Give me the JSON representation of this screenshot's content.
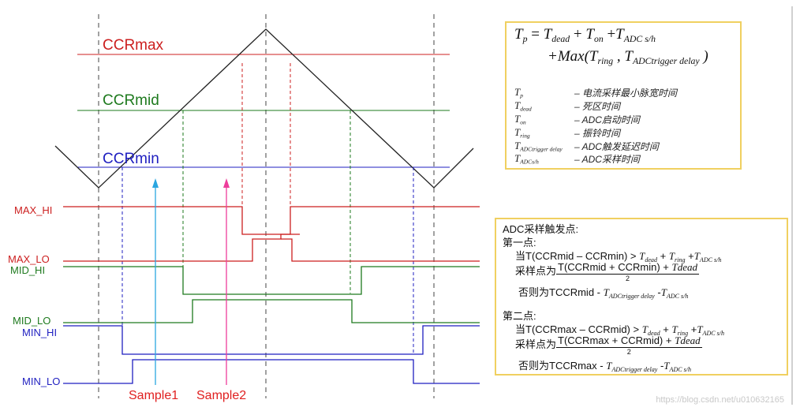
{
  "ccr_labels": {
    "max": "CCRmax",
    "mid": "CCRmid",
    "min": "CCRmin"
  },
  "signal_labels": {
    "max_hi": "MAX_HI",
    "max_lo": "MAX_LO",
    "mid_hi": "MID_HI",
    "mid_lo": "MID_LO",
    "min_hi": "MIN_HI",
    "min_lo": "MIN_LO"
  },
  "samples": {
    "s1": "Sample1",
    "s2": "Sample2"
  },
  "formula_box": {
    "tp": "T",
    "tp_sub": "p",
    "eq": " = ",
    "tdead": "T",
    "tdead_sub": "dead",
    "plus1": " + ",
    "ton": "T",
    "ton_sub": "on",
    "plus2": " +",
    "tadc": "T",
    "tadc_sub": "ADC s/h",
    "line2_prefix": "+Max(",
    "tring": "T",
    "tring_sub": "ring",
    "comma": " ,  ",
    "ttrig": "T",
    "ttrig_sub": "ADCtrigger delay",
    "close": " )",
    "legend": [
      {
        "sym": "T",
        "sub": "p",
        "dash": "–",
        "desc": "电流采样最小脉宽时间"
      },
      {
        "sym": "T",
        "sub": "dead",
        "dash": "–",
        "desc": "死区时间"
      },
      {
        "sym": "T",
        "sub": "on",
        "dash": "–",
        "desc": "ADC启动时间"
      },
      {
        "sym": "T",
        "sub": "ring",
        "dash": "–",
        "desc": "振铃时间"
      },
      {
        "sym": "T",
        "sub": "ADCtrigger delay",
        "dash": "–",
        "desc": "ADC触发延迟时间"
      },
      {
        "sym": "T",
        "sub": "ADCs/h",
        "dash": "–",
        "desc": "ADC采样时间"
      }
    ]
  },
  "trigger_box": {
    "title": "ADC采样触发点:",
    "p1": {
      "head": "第一点:",
      "cond_pre": "当T(CCRmid – CCRmin)  >  ",
      "t1": "T",
      "t1_sub": "dead",
      "pl1": " + ",
      "t2": "T",
      "t2_sub": "ring",
      "pl2": " +",
      "t3": "T",
      "t3_sub": "ADC s/h",
      "sample_pre": "采样点为",
      "frac_num": "T(CCRmid + CCRmin) + ",
      "frac_t": "Tdead",
      "frac_den": "2",
      "else_pre": "否则为TCCRmid - ",
      "e1": "T",
      "e1_sub": "ADCtrigger delay",
      "emin": " -",
      "e2": "T",
      "e2_sub": "ADC s/h"
    },
    "p2": {
      "head": "第二点:",
      "cond_pre": "当T(CCRmax – CCRmid)  >  ",
      "t1": "T",
      "t1_sub": "dead",
      "pl1": " + ",
      "t2": "T",
      "t2_sub": "ring",
      "pl2": " +",
      "t3": "T",
      "t3_sub": "ADC s/h",
      "sample_pre": "采样点为",
      "frac_num": "T(CCRmax + CCRmid) + ",
      "frac_t": "Tdead",
      "frac_den": "2",
      "else_pre": "否则为TCCRmax - ",
      "e1": "T",
      "e1_sub": "ADCtrigger delay",
      "emin": " -",
      "e2": "T",
      "e2_sub": "ADC s/h"
    }
  },
  "watermark": "https://blog.csdn.net/u010632165",
  "colors": {
    "red": "#cc1f1f",
    "green": "#1e7a1e",
    "blue": "#1f1fc0",
    "pink": "#ee3d9b",
    "cyan": "#2aa6e0",
    "black": "#222222",
    "box_border": "#f0d060"
  }
}
